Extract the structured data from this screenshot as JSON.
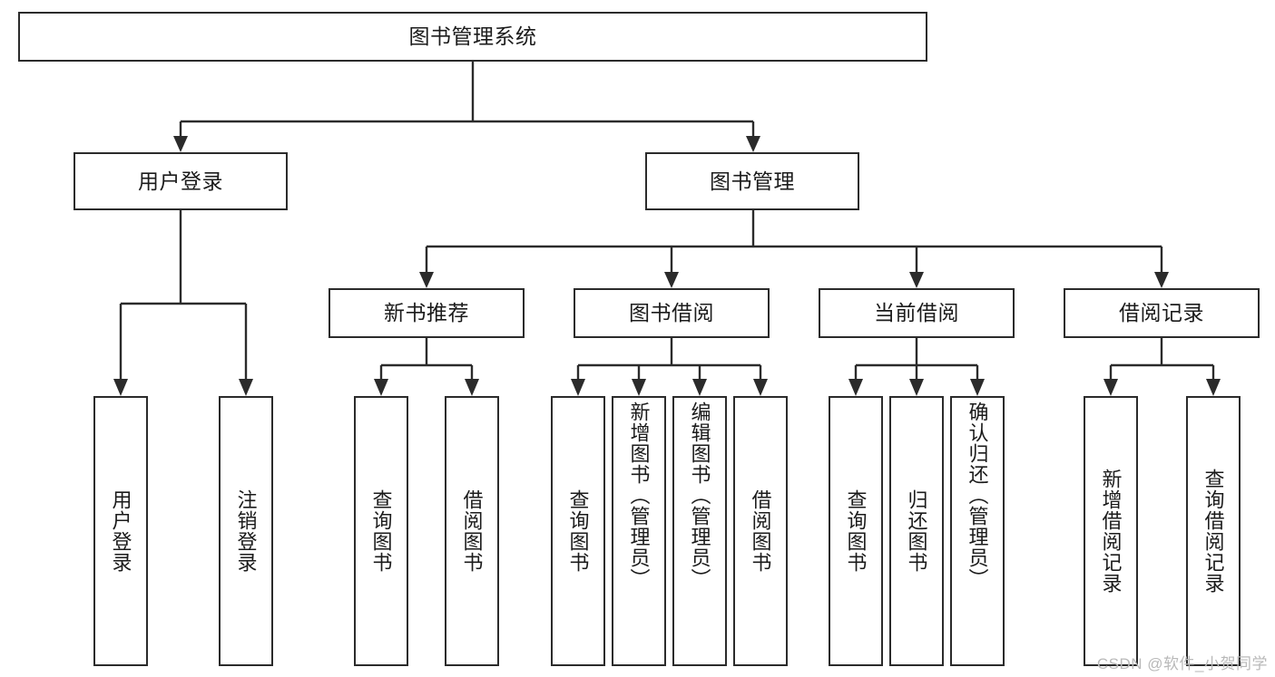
{
  "diagram": {
    "type": "tree",
    "title": "图书管理系统",
    "watermark": "CSDN @软件_小贺同学",
    "colors": {
      "stroke": "#2b2b2b",
      "fill": "#ffffff",
      "text": "#1b1b1b",
      "watermark": "#b9b9b9"
    },
    "root": {
      "label": "图书管理系统"
    },
    "level2": [
      {
        "id": "user-login",
        "label": "用户登录"
      },
      {
        "id": "book-manage",
        "label": "图书管理"
      }
    ],
    "level3": [
      {
        "id": "new-book-recommend",
        "label": "新书推荐"
      },
      {
        "id": "book-borrow",
        "label": "图书借阅"
      },
      {
        "id": "current-borrow",
        "label": "当前借阅"
      },
      {
        "id": "borrow-record",
        "label": "借阅记录"
      }
    ],
    "leaves": {
      "user_login": [
        {
          "id": "leaf-user-login",
          "label": "用户登录"
        },
        {
          "id": "leaf-logout-login",
          "label": "注销登录"
        }
      ],
      "new_book_recommend": [
        {
          "id": "leaf-query-book-1",
          "label": "查询图书"
        },
        {
          "id": "leaf-borrow-book-1",
          "label": "借阅图书"
        }
      ],
      "book_borrow": [
        {
          "id": "leaf-query-book-2",
          "label": "查询图书"
        },
        {
          "id": "leaf-add-book",
          "label": "新增图书（管理员）"
        },
        {
          "id": "leaf-edit-book",
          "label": "编辑图书（管理员）"
        },
        {
          "id": "leaf-borrow-book-2",
          "label": "借阅图书"
        }
      ],
      "current_borrow": [
        {
          "id": "leaf-query-book-3",
          "label": "查询图书"
        },
        {
          "id": "leaf-return-book",
          "label": "归还图书"
        },
        {
          "id": "leaf-confirm-return",
          "label": "确认归还（管理员）"
        }
      ],
      "borrow_record": [
        {
          "id": "leaf-add-record",
          "label": "新增借阅记录"
        },
        {
          "id": "leaf-query-record",
          "label": "查询借阅记录"
        }
      ]
    }
  }
}
